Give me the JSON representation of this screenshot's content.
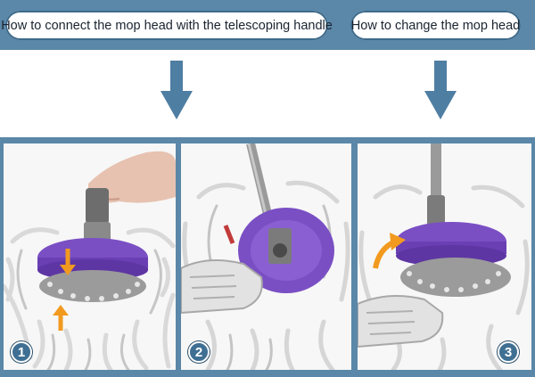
{
  "header": {
    "left_title": "How to connect the mop head with the telescoping handle",
    "right_title": "How to change the mop head"
  },
  "steps": [
    {
      "number": "1"
    },
    {
      "number": "2"
    },
    {
      "number": "3"
    }
  ],
  "colors": {
    "band": "#5b87a8",
    "arrow": "#4f7ea3",
    "mop_purple": "#7a4fc4",
    "accent_arrow": "#f29a1f",
    "badge": "#3f6f93"
  }
}
